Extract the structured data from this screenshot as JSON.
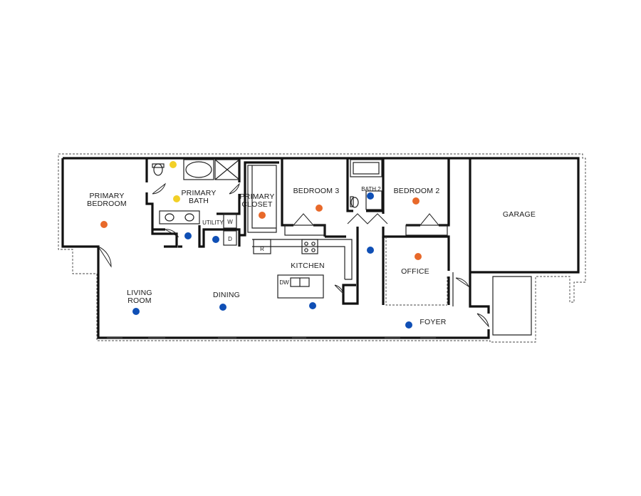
{
  "rooms": {
    "primary_bedroom": [
      "PRIMARY",
      "BEDROOM"
    ],
    "primary_bath": [
      "PRIMARY",
      "BATH"
    ],
    "primary_closet": [
      "PRIMARY",
      "CLOSET"
    ],
    "bedroom3": "BEDROOM 3",
    "bath2": "BATH 2",
    "bedroom2": "BEDROOM 2",
    "garage": "GARAGE",
    "utility": "UTILITY",
    "kitchen": "KITCHEN",
    "office": "OFFICE",
    "living_room": [
      "LIVING",
      "ROOM"
    ],
    "dining": "DINING",
    "foyer": "FOYER"
  },
  "fixtures": {
    "washer": "W",
    "dryer": "D",
    "refrigerator": "R",
    "dishwasher": "DW"
  },
  "marker_colors": {
    "orange": "#e8692a",
    "blue": "#0f4fb5",
    "yellow": "#f2d027"
  },
  "markers": [
    {
      "room": "primary-bedroom",
      "color": "orange"
    },
    {
      "room": "primary-bath-top",
      "color": "yellow"
    },
    {
      "room": "primary-bath",
      "color": "yellow"
    },
    {
      "room": "primary-closet",
      "color": "orange"
    },
    {
      "room": "bedroom3",
      "color": "orange"
    },
    {
      "room": "bath2",
      "color": "blue"
    },
    {
      "room": "bedroom2",
      "color": "orange"
    },
    {
      "room": "primary-hall",
      "color": "blue"
    },
    {
      "room": "utility",
      "color": "blue"
    },
    {
      "room": "hall",
      "color": "blue"
    },
    {
      "room": "office",
      "color": "orange"
    },
    {
      "room": "living-room",
      "color": "blue"
    },
    {
      "room": "dining",
      "color": "blue"
    },
    {
      "room": "kitchen",
      "color": "blue"
    },
    {
      "room": "foyer",
      "color": "blue"
    }
  ]
}
